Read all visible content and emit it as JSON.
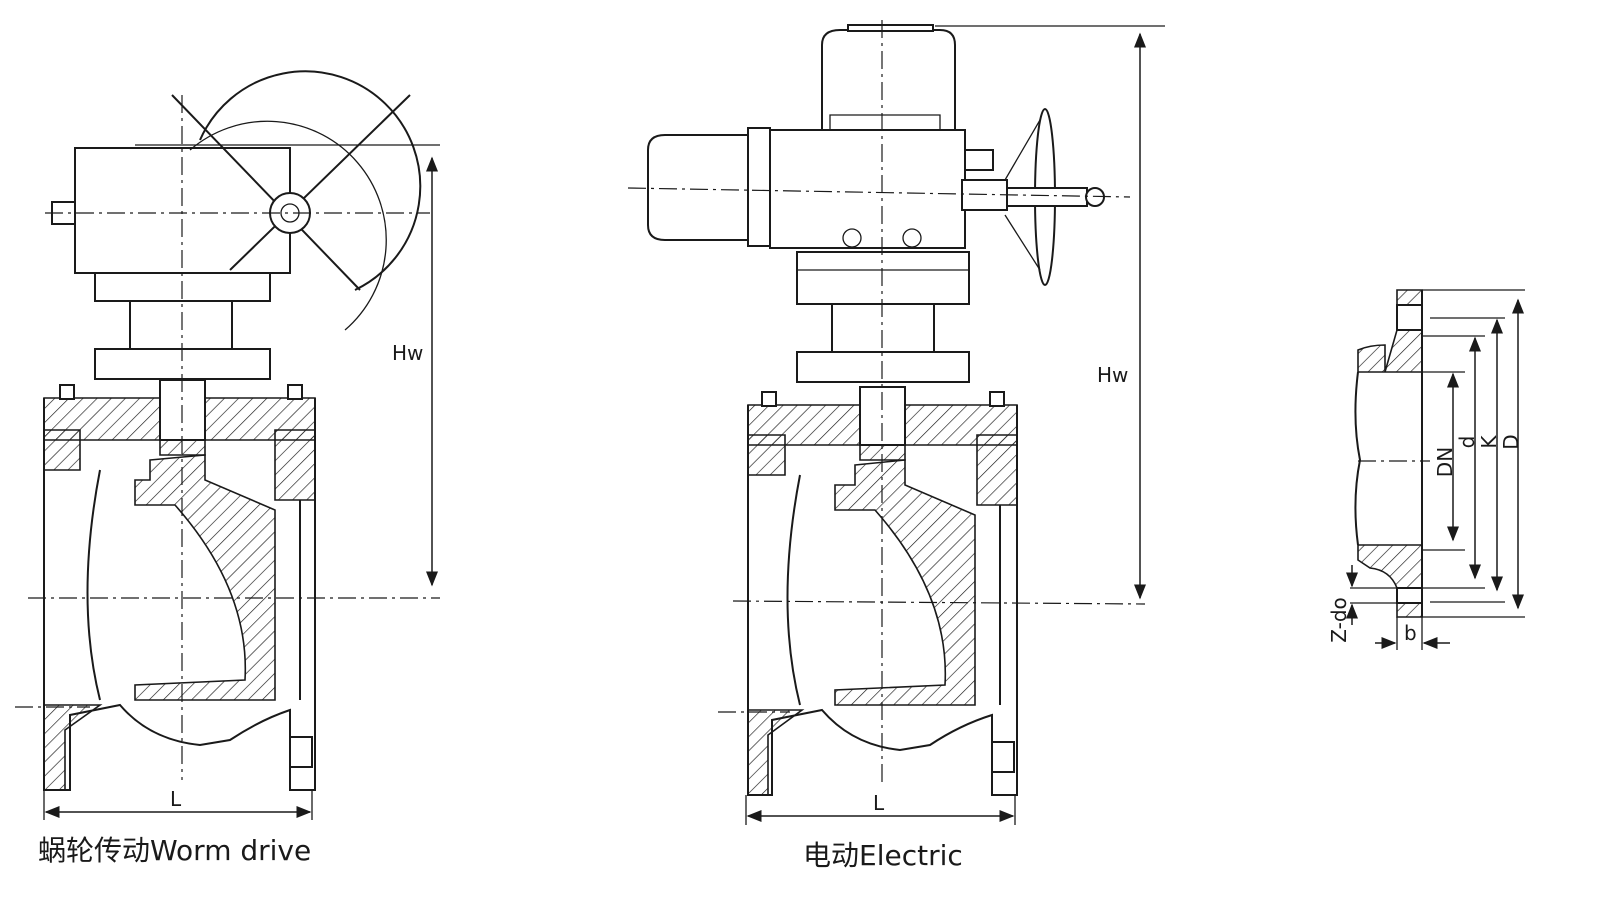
{
  "worm_drive": {
    "height_label": "Hw",
    "length_label": "L",
    "caption": "蜗轮传动Worm drive"
  },
  "electric": {
    "height_label": "Hw",
    "length_label": "L",
    "caption": "电动Electric"
  },
  "flange_detail": {
    "labels": {
      "dn": "DN",
      "d": "d",
      "k": "K",
      "D": "D",
      "z_do": "Z-do",
      "b": "b"
    }
  }
}
